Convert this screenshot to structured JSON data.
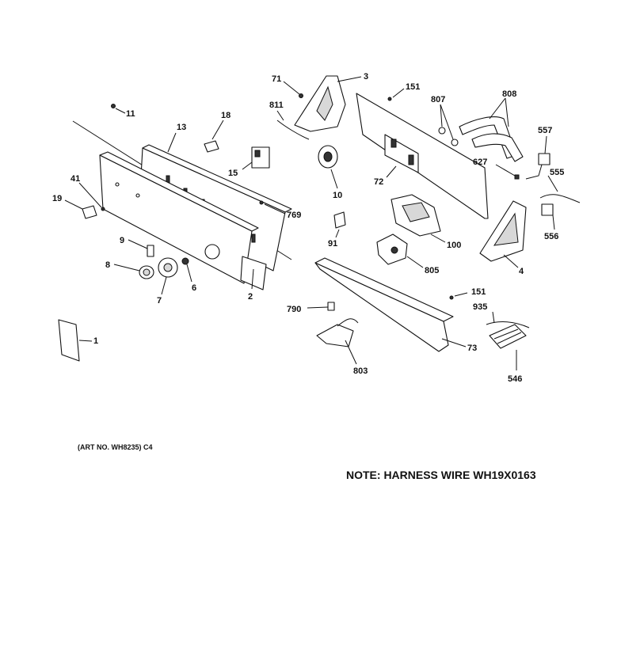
{
  "callouts": {
    "c1": "1",
    "c2": "2",
    "c3": "3",
    "c4": "4",
    "c6": "6",
    "c7": "7",
    "c8": "8",
    "c9": "9",
    "c10": "10",
    "c11": "11",
    "c13": "13",
    "c15": "15",
    "c18": "18",
    "c19": "19",
    "c41": "41",
    "c71": "71",
    "c72": "72",
    "c73": "73",
    "c91": "91",
    "c100": "100",
    "c151a": "151",
    "c151b": "151",
    "c546": "546",
    "c555": "555",
    "c556": "556",
    "c557": "557",
    "c627": "627",
    "c769": "769",
    "c790": "790",
    "c803": "803",
    "c805": "805",
    "c807": "807",
    "c808": "808",
    "c811": "811",
    "c935": "935"
  },
  "art_number": "(ART NO. WH8235) C4",
  "note": "NOTE: HARNESS WIRE WH19X0163"
}
